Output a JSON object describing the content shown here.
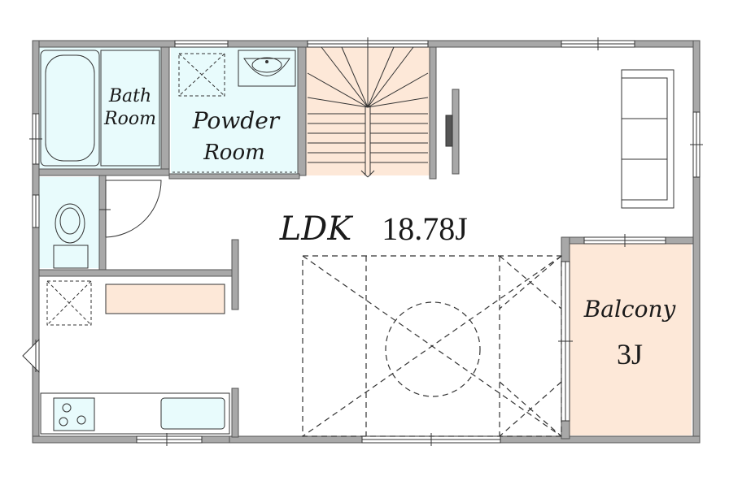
{
  "rooms": {
    "bath": {
      "line1": "Bath",
      "line2": "Room",
      "fill": "#e8fbfc"
    },
    "powder": {
      "line1": "Powder",
      "line2": "Room",
      "fill": "#e8fbfc"
    },
    "ldk": {
      "name": "LDK",
      "size": "18.78J"
    },
    "balcony": {
      "name": "Balcony",
      "size": "3J",
      "fill": "#fde8d8"
    },
    "stairs": {
      "fill": "#fde8d8"
    },
    "kitchen_counter": {
      "fill": "#fde8d8"
    },
    "toilet": {
      "fill": "#e8fbfc"
    }
  },
  "colors": {
    "wall": "#a8a8a8",
    "line": "#333333"
  },
  "icons": [
    "bathtub-icon",
    "washbasin-icon",
    "toilet-icon",
    "stove-icon",
    "sink-icon",
    "sofa-icon",
    "tv-icon",
    "stairs-icon"
  ]
}
